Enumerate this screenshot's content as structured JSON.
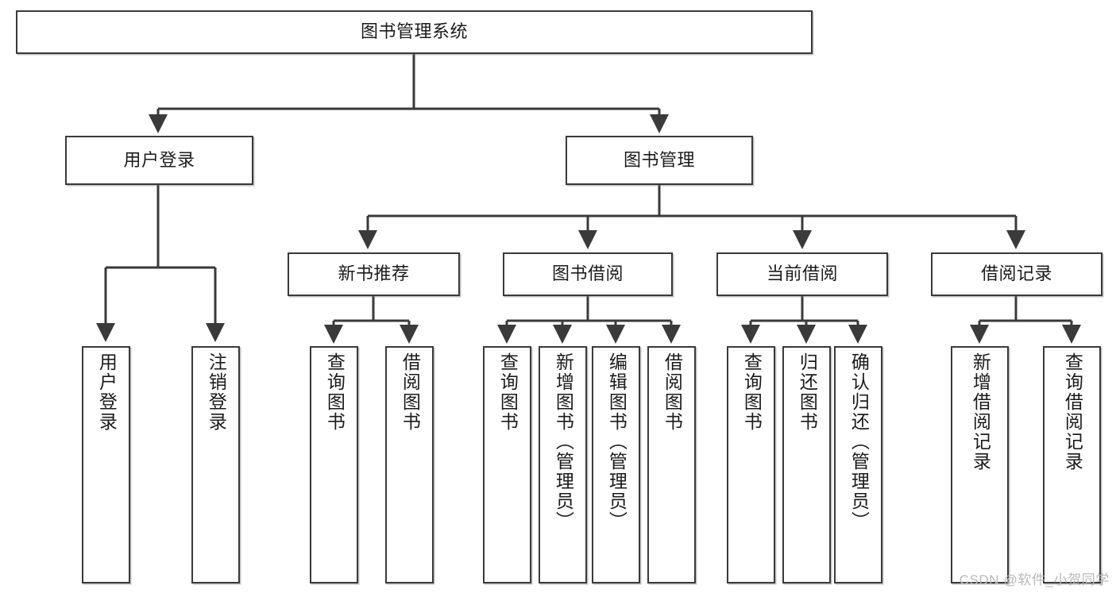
{
  "diagram": {
    "title": "图书管理系统",
    "type": "tree-hierarchy",
    "watermark": "CSDN @软件_小贺同学",
    "colors": {
      "box_border": "#3a3a3a",
      "box_fill": "#ffffff",
      "connector": "#3a3a3a",
      "text": "#1b1b1b",
      "watermark": "#b9b9b9"
    },
    "nodes": {
      "root": {
        "label": "图书管理系统",
        "orientation": "horizontal"
      },
      "level2": [
        {
          "id": "user-login",
          "label": "用户登录",
          "orientation": "horizontal"
        },
        {
          "id": "book-manage",
          "label": "图书管理",
          "orientation": "horizontal"
        }
      ],
      "level3": [
        {
          "id": "new-book-rec",
          "label": "新书推荐",
          "orientation": "horizontal"
        },
        {
          "id": "book-borrow",
          "label": "图书借阅",
          "orientation": "horizontal"
        },
        {
          "id": "current-borrow",
          "label": "当前借阅",
          "orientation": "horizontal"
        },
        {
          "id": "borrow-record",
          "label": "借阅记录",
          "orientation": "horizontal"
        }
      ],
      "leaves": [
        {
          "id": "leaf-user-login",
          "label": "用户登录",
          "parent": "user-login",
          "orientation": "vertical"
        },
        {
          "id": "leaf-logout",
          "label": "注销登录",
          "parent": "user-login",
          "orientation": "vertical"
        },
        {
          "id": "leaf-query-book-1",
          "label": "查询图书",
          "parent": "new-book-rec",
          "orientation": "vertical"
        },
        {
          "id": "leaf-borrow-book-1",
          "label": "借阅图书",
          "parent": "new-book-rec",
          "orientation": "vertical"
        },
        {
          "id": "leaf-query-book-2",
          "label": "查询图书",
          "parent": "book-borrow",
          "orientation": "vertical"
        },
        {
          "id": "leaf-add-book",
          "label": "新增图书（管理员）",
          "parent": "book-borrow",
          "orientation": "vertical"
        },
        {
          "id": "leaf-edit-book",
          "label": "编辑图书（管理员）",
          "parent": "book-borrow",
          "orientation": "vertical"
        },
        {
          "id": "leaf-borrow-book-2",
          "label": "借阅图书",
          "parent": "book-borrow",
          "orientation": "vertical"
        },
        {
          "id": "leaf-query-book-3",
          "label": "查询图书",
          "parent": "current-borrow",
          "orientation": "vertical"
        },
        {
          "id": "leaf-return-book",
          "label": "归还图书",
          "parent": "current-borrow",
          "orientation": "vertical"
        },
        {
          "id": "leaf-confirm-return",
          "label": "确认归还（管理员）",
          "parent": "current-borrow",
          "orientation": "vertical"
        },
        {
          "id": "leaf-add-record",
          "label": "新增借阅记录",
          "parent": "borrow-record",
          "orientation": "vertical"
        },
        {
          "id": "leaf-query-record",
          "label": "查询借阅记录",
          "parent": "borrow-record",
          "orientation": "vertical"
        }
      ]
    }
  }
}
